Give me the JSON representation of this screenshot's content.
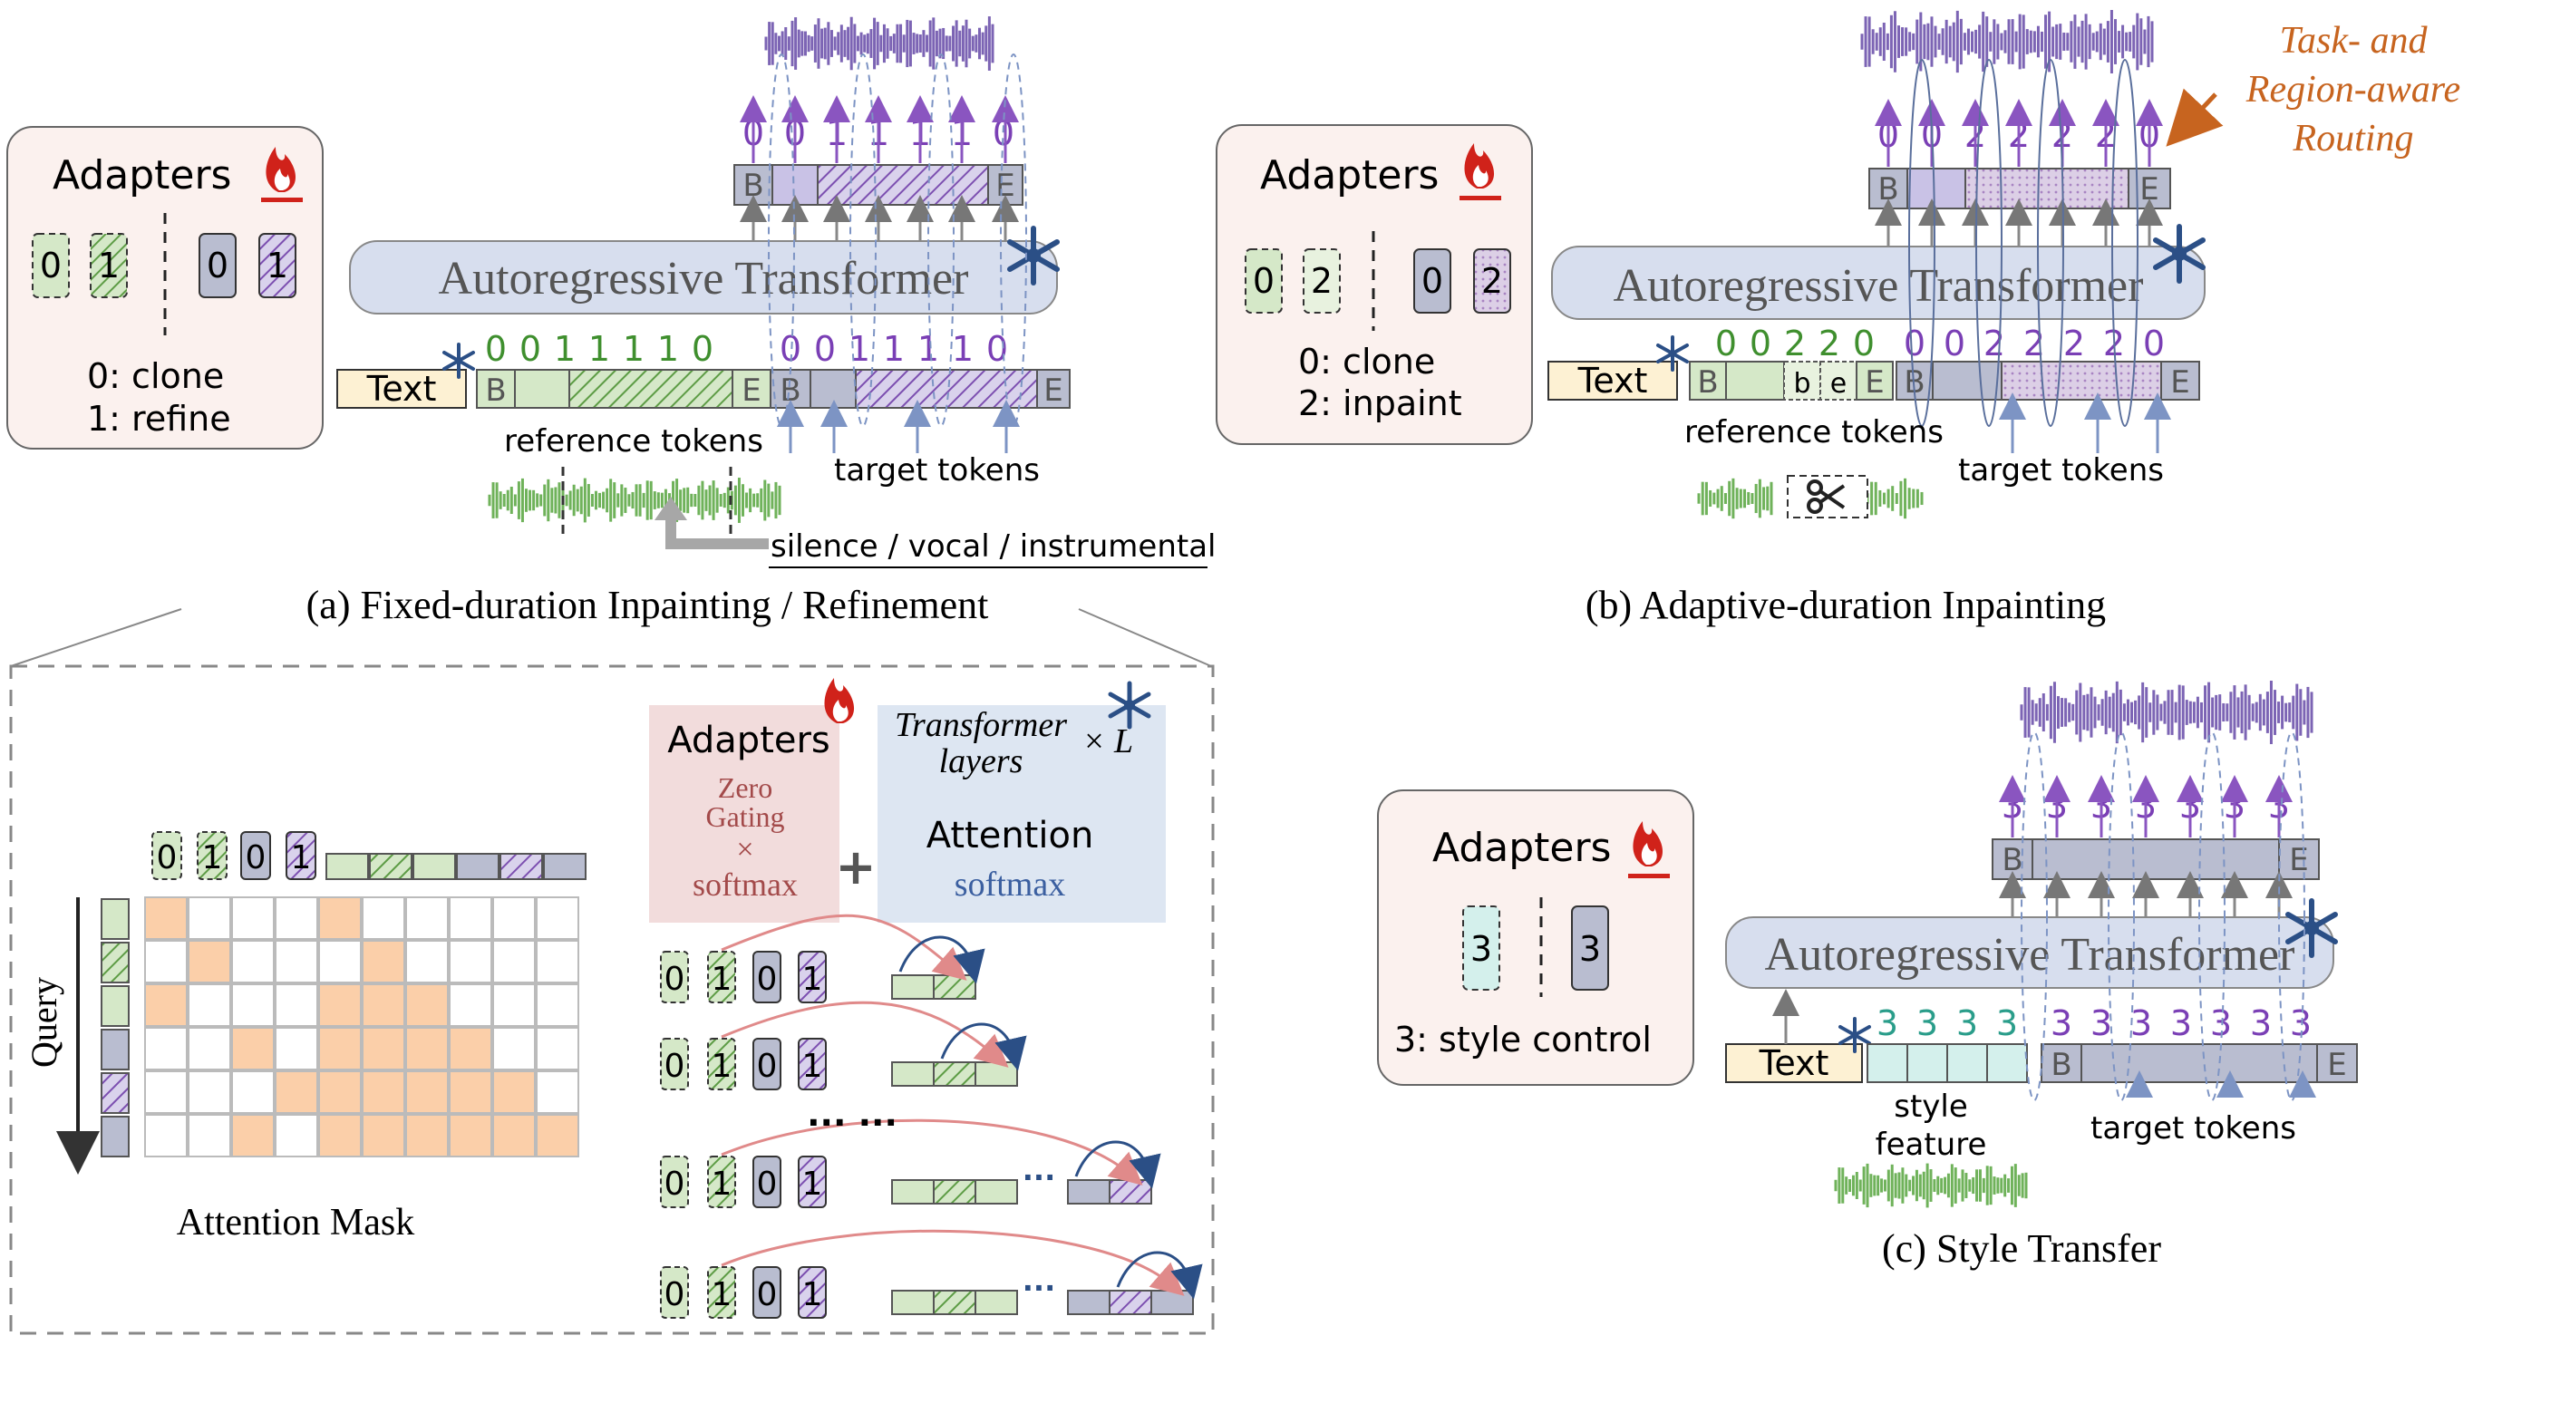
{
  "colors": {
    "green": "#d5e8c8",
    "green_stroke": "#5d9c45",
    "green_text": "#3f8f2e",
    "purple": "#c7c2dc",
    "purple_stroke": "#7c4fb0",
    "purple_text": "#7a3fb5",
    "gray": "#b9bdd0",
    "transformer": "#d7deee",
    "text_box": "#fdf1d3",
    "adapter_bg": "#fbf1ee",
    "adapters_pink": "#f2dcdc",
    "attention_blue": "#dde6f2",
    "mask_orange": "#fbcfa9",
    "routing": "#c7641f",
    "teal": "#d4f0ec",
    "teal_text": "#2a9d8a"
  },
  "panel_a": {
    "adapters_title": "Adapters",
    "legend_tokens": [
      "0",
      "1",
      "0",
      "1"
    ],
    "legend_lines": [
      "0: clone",
      "1:  refine"
    ],
    "transformer": "Autoregressive Transformer",
    "text": "Text",
    "ref_digits": [
      "0",
      "0",
      "1",
      "1",
      "1",
      "1",
      "0"
    ],
    "tgt_digits": [
      "0",
      "0",
      "1",
      "1",
      "1",
      "1",
      "0"
    ],
    "out_digits": [
      "0",
      "0",
      "1",
      "1",
      "1",
      "1",
      "0"
    ],
    "b": "B",
    "e": "E",
    "ref_label": "reference tokens",
    "tgt_label": "target tokens",
    "silence_label": "silence / vocal / instrumental",
    "caption": "(a) Fixed-duration Inpainting / Refinement"
  },
  "panel_b": {
    "adapters_title": "Adapters",
    "legend_tokens": [
      "0",
      "2",
      "0",
      "2"
    ],
    "legend_lines": [
      "0: clone",
      "2: inpaint"
    ],
    "transformer": "Autoregressive Transformer",
    "text": "Text",
    "ref_digits": [
      "0",
      "0",
      "2",
      "2",
      "0"
    ],
    "ref_cells": [
      "b",
      "e"
    ],
    "tgt_digits": [
      "0",
      "0",
      "2",
      "2",
      "2",
      "2",
      "0"
    ],
    "out_digits": [
      "0",
      "0",
      "2",
      "2",
      "2",
      "2",
      "0"
    ],
    "b": "B",
    "e": "E",
    "ref_label": "reference tokens",
    "tgt_label": "target tokens",
    "routing_label": [
      "Task- and",
      "Region-aware",
      "Routing"
    ],
    "caption": "(b) Adaptive-duration Inpainting"
  },
  "panel_c": {
    "adapters_title": "Adapters",
    "legend_tokens": [
      "3",
      "3"
    ],
    "legend_line": "3: style control",
    "transformer": "Autoregressive Transformer",
    "text": "Text",
    "style_digits": [
      "3",
      "3",
      "3",
      "3"
    ],
    "tgt_digits": [
      "3",
      "3",
      "3",
      "3",
      "3",
      "3",
      "3"
    ],
    "out_digits": [
      "3",
      "3",
      "3",
      "3",
      "3",
      "3",
      "3"
    ],
    "b": "B",
    "e": "E",
    "style_label": [
      "style",
      "feature"
    ],
    "tgt_label": "target tokens",
    "caption": "(c) Style Transfer"
  },
  "detail": {
    "mask_header_tokens": [
      "0",
      "1",
      "0",
      "1"
    ],
    "query_label": "Query",
    "mask_caption": "Attention Mask",
    "mask_rows": [
      [
        1,
        0,
        0,
        0,
        1,
        0,
        0,
        0,
        0,
        0
      ],
      [
        0,
        1,
        0,
        0,
        0,
        1,
        0,
        0,
        0,
        0
      ],
      [
        1,
        0,
        0,
        0,
        1,
        1,
        1,
        0,
        0,
        0
      ],
      [
        0,
        0,
        1,
        0,
        1,
        1,
        1,
        1,
        0,
        0
      ],
      [
        0,
        0,
        0,
        1,
        1,
        1,
        1,
        1,
        1,
        0
      ],
      [
        0,
        0,
        1,
        0,
        1,
        1,
        1,
        1,
        1,
        1
      ]
    ],
    "adapters_title": "Adapters",
    "zero_gating": [
      "Zero",
      "Gating"
    ],
    "times": "×",
    "softmax": "softmax",
    "plus": "+",
    "transformer_layers": [
      "Transformer",
      "layers"
    ],
    "times_l": "× L",
    "attention": "Attention",
    "attn_softmax": "softmax",
    "row_tokens": [
      "0",
      "1",
      "0",
      "1"
    ],
    "dots": "...",
    "dots2": "... ..."
  }
}
